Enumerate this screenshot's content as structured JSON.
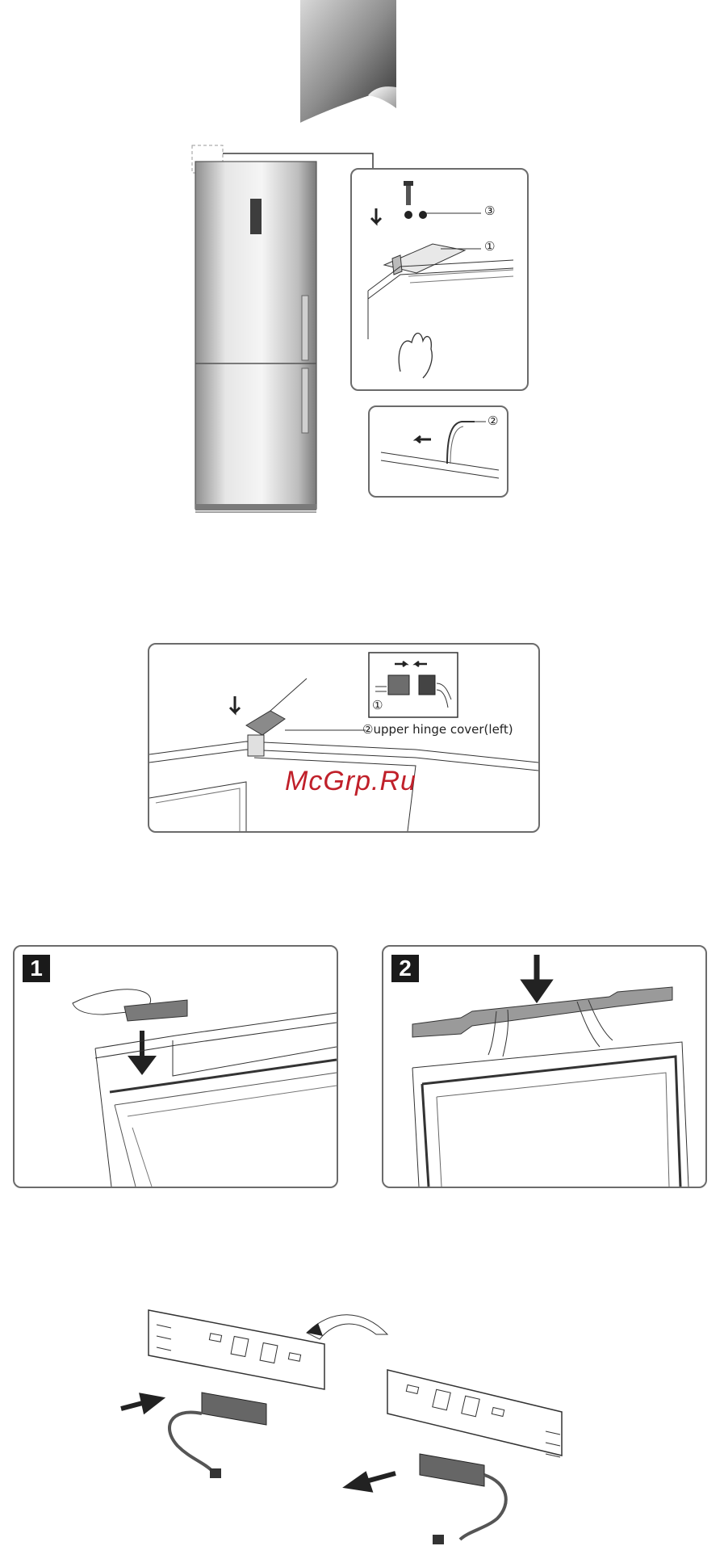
{
  "figure1": {
    "callout_1": "①",
    "callout_2": "②",
    "callout_3": "③"
  },
  "figure2": {
    "callout_1": "①",
    "hinge_cover_label": "②upper hinge cover(left)"
  },
  "watermark": "McGrp.Ru",
  "figure3": {
    "step_1": "1",
    "step_2": "2"
  },
  "colors": {
    "line": "#3a3a3a",
    "panel_border": "#6b6b6b",
    "watermark": "#c0202a",
    "badge": "#1a1a1a"
  }
}
